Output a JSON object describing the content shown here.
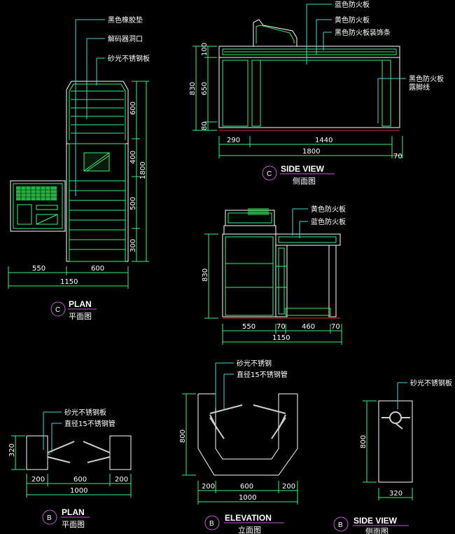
{
  "views": {
    "c_plan": {
      "marker": "C",
      "title": "PLAN",
      "subtitle": "平面图"
    },
    "c_side": {
      "marker": "C",
      "title": "SIDE VIEW",
      "subtitle": "侧面图"
    },
    "b_plan": {
      "marker": "B",
      "title": "PLAN",
      "subtitle": "平面图"
    },
    "b_elev": {
      "marker": "B",
      "title": "ELEVATION",
      "subtitle": "立面图"
    },
    "b_side": {
      "marker": "B",
      "title": "SIDE VIEW",
      "subtitle": "侧面图"
    }
  },
  "labels": {
    "rubber_pad": "黑色橡胶垫",
    "decoder_hole": "解码器洞口",
    "brushed_steel_plate": "砂光不锈钢板",
    "blue_board": "蓝色防火板",
    "yellow_board": "黄色防火板",
    "black_trim": "黑色防火板装饰条",
    "black_board": "黑色防火板",
    "kick_line": "露脚线",
    "brushed_steel": "砂光不锈钢",
    "steel_pipe_15": "直径15不锈钢管"
  },
  "dims": {
    "c_plan_v": [
      "600",
      "400",
      "500",
      "300"
    ],
    "c_plan_v_total": "1800",
    "c_plan_h": [
      "550",
      "600"
    ],
    "c_plan_h_total": "1150",
    "c_side_v": [
      "100",
      "650",
      "80"
    ],
    "c_side_v_total": "830",
    "c_side_h": [
      "290",
      "1440"
    ],
    "c_side_h_total": "1800",
    "c_side_h_extra": "70",
    "c_elev_v": "830",
    "c_elev_h": [
      "550",
      "70",
      "460",
      "70"
    ],
    "c_elev_h_total": "1150",
    "b_plan_v": "320",
    "b_plan_h": [
      "200",
      "600",
      "200"
    ],
    "b_plan_h_total": "1000",
    "b_elev_v": "800",
    "b_elev_h": [
      "200",
      "600",
      "200"
    ],
    "b_elev_h_total": "1000",
    "b_side_v": "800",
    "b_side_h": "320"
  },
  "colors": {
    "line": "#3df07a",
    "cyan": "#3fd7d7",
    "background": "#000000"
  }
}
